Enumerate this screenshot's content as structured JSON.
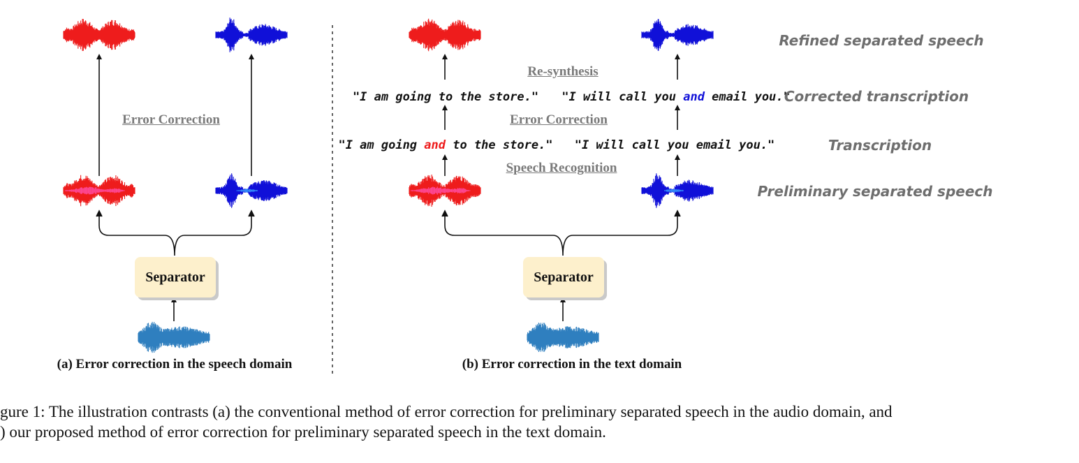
{
  "colors": {
    "speaker_a": "#ee1c1c",
    "speaker_a_overlap": "#ff4da6",
    "speaker_b": "#1010d8",
    "speaker_b_overlap": "#3aa0ff",
    "mixture": "#2f7fbf",
    "separator_fill": "#fdf0cc",
    "stage_label": "#7a7a7a",
    "row_label": "#6e6e6e",
    "highlight_red": "#ee1c1c",
    "highlight_blue": "#1010d8"
  },
  "panel_a": {
    "separator_label": "Separator",
    "stage_label": "Error Correction",
    "subcaption": "(a) Error correction in the speech domain"
  },
  "panel_b": {
    "separator_label": "Separator",
    "stage_speech_recognition": "Speech Recognition",
    "stage_error_correction": "Error Correction",
    "stage_resynthesis": "Re-synthesis",
    "transcription_left": {
      "before": "\"I am going ",
      "highlight": "and",
      "after": " to the store.\""
    },
    "transcription_right": "\"I will call you email you.\"",
    "corrected_left": "\"I am going to the store.\"",
    "corrected_right": {
      "before": "\"I will call you ",
      "highlight": "and",
      "after": " email you.\""
    },
    "subcaption": "(b) Error correction in the text domain"
  },
  "row_labels": {
    "refined": "Refined separated speech",
    "corrected": "Corrected transcription",
    "transcription": "Transcription",
    "preliminary": "Preliminary separated speech"
  },
  "caption": {
    "line1": "gure 1: The illustration contrasts (a) the conventional method of error correction for preliminary separated speech in the audio domain, and",
    "line2": ") our proposed method of error correction for preliminary separated speech in the text domain."
  },
  "icons": [
    "waveform-icon",
    "arrow-icon",
    "brace-connector-icon"
  ]
}
